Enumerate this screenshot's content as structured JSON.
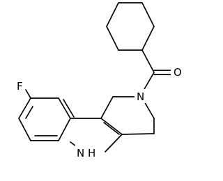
{
  "molecule": {
    "atom_labels": {
      "fluorine": "F",
      "amide_nitrogen": "N",
      "carbonyl_oxygen": "O",
      "indole_nitrogen": "N",
      "indole_hydrogen": "H"
    }
  },
  "colors": {
    "bond": "#000000",
    "background": "#ffffff"
  }
}
